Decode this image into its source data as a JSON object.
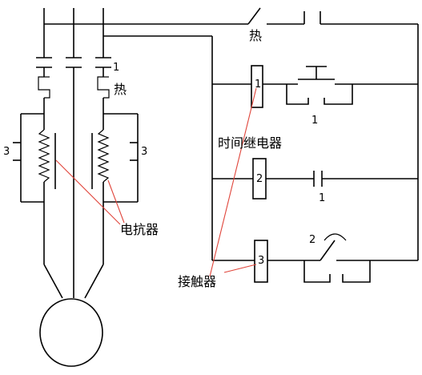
{
  "labels": {
    "top_thermal": "热",
    "contact_1_top": "1",
    "thermal_left": "热",
    "reactor_left_3": "3",
    "reactor_right_3": "3",
    "relay_coil": "1",
    "relay_contact_1": "1",
    "time_relay": "时间继电器",
    "coil_2": "2",
    "contact_2": "1",
    "reactor": "电抗器",
    "contact_2_top": "2",
    "coil_3": "3",
    "contactor": "接触器"
  },
  "colors": {
    "line": "#000000",
    "leader": "#e0443a"
  }
}
